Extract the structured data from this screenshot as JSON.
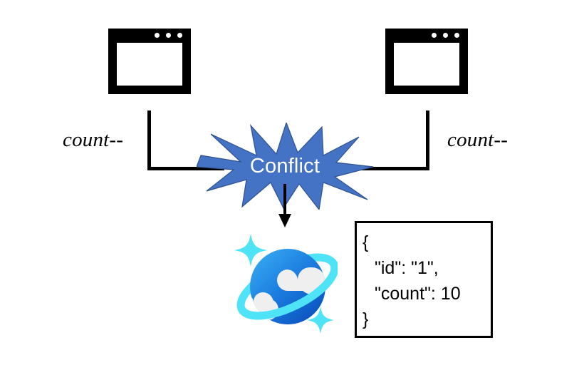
{
  "diagram": {
    "title": "Conflict",
    "clients": [
      {
        "name": "client-window-left",
        "operation": "count--"
      },
      {
        "name": "client-window-right",
        "operation": "count--"
      }
    ],
    "conflict": {
      "label": "Conflict",
      "shape": "explosion-star",
      "fill_color": "#4472C4",
      "text_color": "#FFFFFF"
    },
    "database": {
      "icon": "azure-cosmos-db-planet-icon",
      "planet_color_light": "#2E9BEA",
      "planet_color_dark": "#0A5FCB",
      "ring_color": "#4FE3F7",
      "cloud_color": "#EFEFEF"
    },
    "document": {
      "lines": [
        "{",
        "\"id\": \"1\",",
        "\"count\": 10",
        "}"
      ],
      "border_color": "#000000"
    },
    "connector_color": "#000000"
  }
}
